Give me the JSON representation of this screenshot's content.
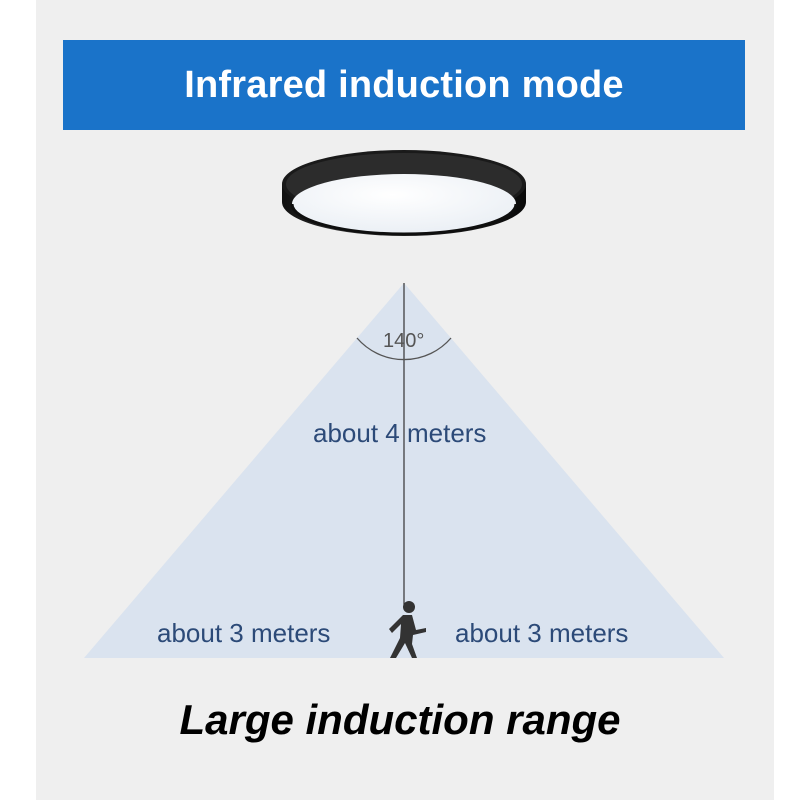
{
  "banner": {
    "title": "Infrared induction mode",
    "color": "#1a73c9"
  },
  "diagram": {
    "angle_label": "140°",
    "height_label": "about 4 meters",
    "left_range_label": "about 3 meters",
    "right_range_label": "about 3 meters",
    "cone_color": "#d8e2ee",
    "label_color": "#2c4a78"
  },
  "footer": {
    "caption": "Large induction range"
  }
}
